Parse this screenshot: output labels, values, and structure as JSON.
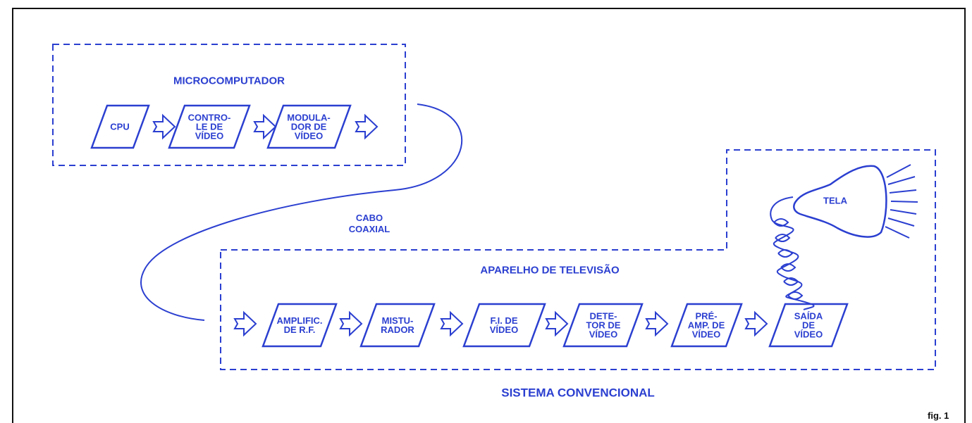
{
  "colors": {
    "ink": "#2b3fd0",
    "frame": "#111111",
    "background": "#ffffff"
  },
  "labels": {
    "microcomputador": "MICROCOMPUTADOR",
    "aparelho_tv": "APARELHO DE TELEVISÃO",
    "sistema": "SISTEMA CONVENCIONAL",
    "cabo": "CABO\nCOAXIAL",
    "tela": "TELA",
    "fig": "fig. 1"
  },
  "micro_blocks": [
    {
      "label": "CPU"
    },
    {
      "label": "CONTRO-\nLE DE\nVÍDEO"
    },
    {
      "label": "MODULA-\nDOR DE\nVÍDEO"
    }
  ],
  "tv_blocks": [
    {
      "label": "AMPLIFIC.\nDE R.F."
    },
    {
      "label": "MISTU-\nRADOR"
    },
    {
      "label": "F.I. DE\nVÍDEO"
    },
    {
      "label": "DETE-\nTOR DE\nVÍDEO"
    },
    {
      "label": "PRÉ-\nAMP. DE\nVÍDEO"
    },
    {
      "label": "SAÍDA\nDE\nVÍDEO"
    }
  ]
}
